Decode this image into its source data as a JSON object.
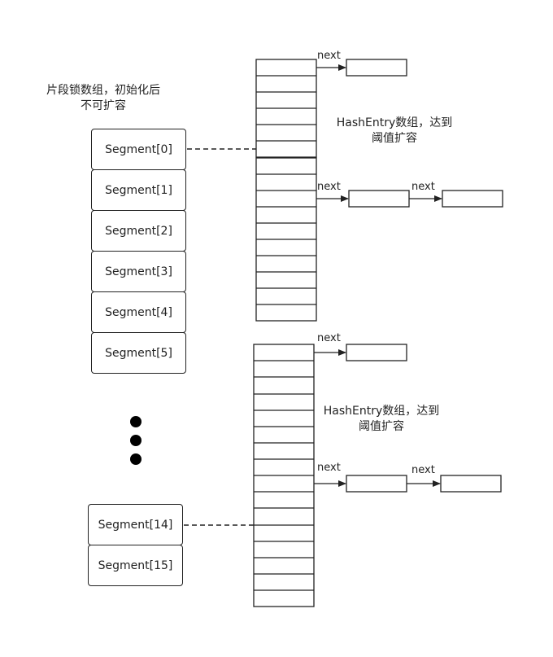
{
  "title_note": {
    "line1": "片段锁数组，初始化后",
    "line2": "不可扩容"
  },
  "segments_top": [
    "Segment[0]",
    "Segment[1]",
    "Segment[2]",
    "Segment[3]",
    "Segment[4]",
    "Segment[5]"
  ],
  "segments_bottom": [
    "Segment[14]",
    "Segment[15]"
  ],
  "hash_note_top": {
    "line1": "HashEntry数组，达到",
    "line2": "阈值扩容"
  },
  "hash_note_bottom": {
    "line1": "HashEntry数组，达到",
    "line2": "阈值扩容"
  },
  "link_label": "next",
  "colors": {
    "stroke": "#222222",
    "dot": "#000000",
    "background": "#ffffff"
  }
}
